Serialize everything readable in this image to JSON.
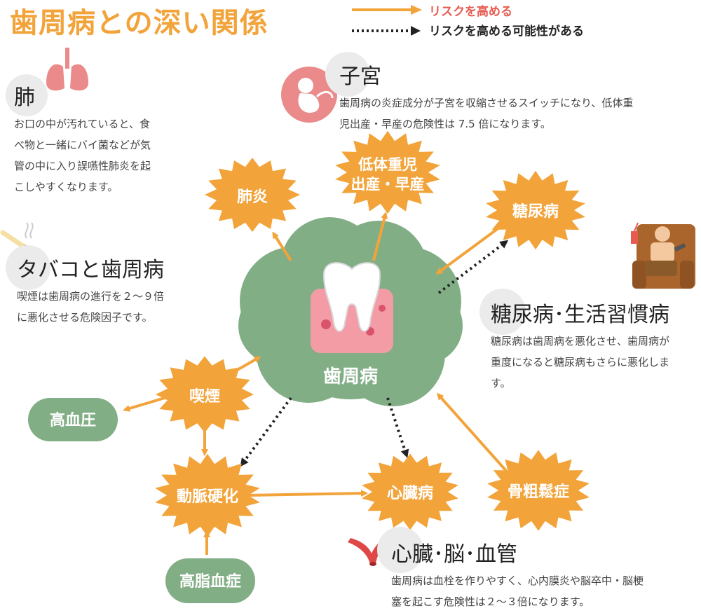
{
  "title": "歯周病との深い関係",
  "legend": {
    "solid": "リスクを高める",
    "dotted": "リスクを高める可能性がある"
  },
  "center": "歯周病",
  "nodes": {
    "haien": "肺炎",
    "teitaiju_line1": "低体重児",
    "teitaiju_line2": "出産・早産",
    "tonyo": "糖尿病",
    "kitsuen": "喫煙",
    "koketsuatsu": "高血圧",
    "domyaku": "動脈硬化",
    "shinzo": "心臓病",
    "kotsuso": "骨粗鬆症",
    "koshi": "高脂血症"
  },
  "sections": {
    "lung": {
      "title": "肺",
      "body": [
        "お口の中が汚れていると、食",
        "べ物と一緒にバイ菌などが気",
        "管の中に入り誤嚥性肺炎を起",
        "こしやすくなります。"
      ]
    },
    "uterus": {
      "title": "子宮",
      "body": [
        "歯周病の炎症成分が子宮を収縮させるスイッチになり、低体重",
        "児出産・早産の危険性は 7.5 倍になります。"
      ]
    },
    "tobacco": {
      "title": "タバコと歯周病",
      "body": [
        "喫煙は歯周病の進行を２～９倍",
        "に悪化させる危険因子です。"
      ]
    },
    "diabetes": {
      "title": "糖尿病･生活習慣病",
      "body": [
        "糖尿病は歯周病を悪化させ、歯周病が",
        "重度になると糖尿病もさらに悪化しま",
        "す。"
      ]
    },
    "heart": {
      "title": "心臓･脳･血管",
      "body": [
        "歯周病は血栓を作りやすく、心内膜炎や脳卒中・脳梗",
        "塞を起こす危険性は２～３倍になります。"
      ]
    }
  },
  "icons": {
    "lung": "lungs-icon",
    "uterus": "fetus-icon",
    "tobacco": "cigarette-icon",
    "diabetes": "armchair-person-icon",
    "heart": "blood-vessel-icon",
    "tooth": "tooth-icon"
  },
  "colors": {
    "orange": "#f2a33a",
    "green": "#82ae86",
    "red": "#e85a4f",
    "pink": "#ea8a8a",
    "dark": "#222222"
  }
}
